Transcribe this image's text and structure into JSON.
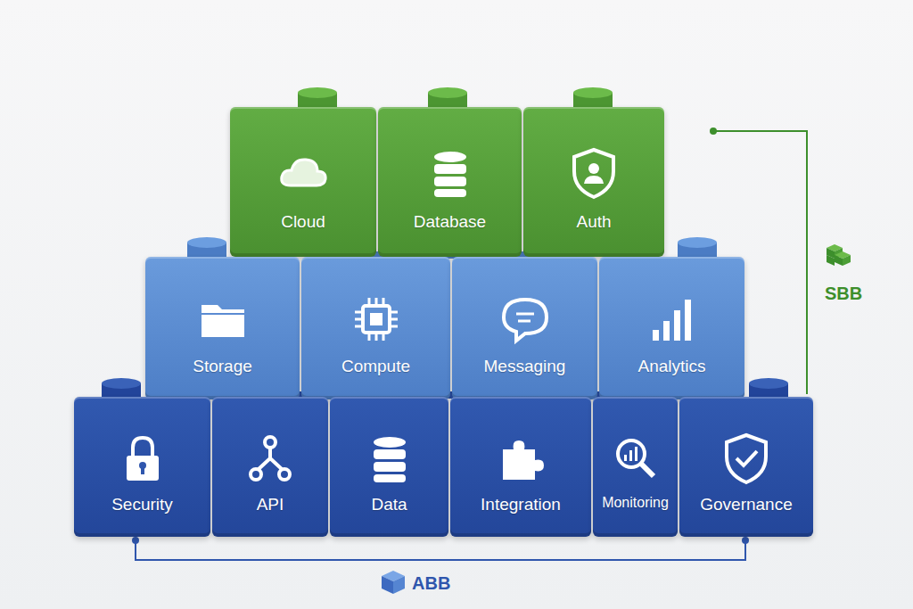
{
  "diagram": {
    "nodes": [
      {
        "text": [
          "Cloud"
        ]
      },
      {
        "text": [
          "Database"
        ]
      },
      {
        "text": [
          "Auth"
        ]
      },
      {
        "text": [
          "Storage"
        ]
      },
      {
        "text": [
          "Compute"
        ]
      },
      {
        "text": [
          "Messaging"
        ]
      },
      {
        "text": [
          "Analytics"
        ]
      },
      {
        "text": [
          "Security"
        ]
      },
      {
        "text": [
          "API"
        ]
      },
      {
        "text": [
          "Data"
        ]
      },
      {
        "text": [
          "Integration"
        ]
      },
      {
        "text": [
          "Monitoring"
        ]
      },
      {
        "text": [
          "Governance"
        ]
      }
    ],
    "labels": [
      "SBB",
      "ABB"
    ]
  }
}
